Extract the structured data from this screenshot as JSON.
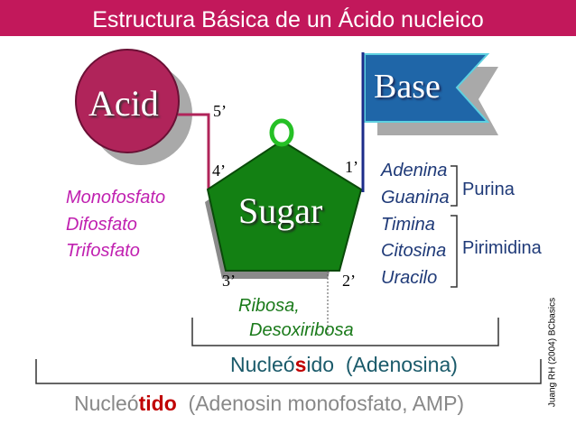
{
  "title": "Estructura Básica de un Ácido nucleico",
  "acid": {
    "label": "Acid",
    "types": [
      "Monofosfato",
      "Difosfato",
      "Trifosfato"
    ],
    "color": "#b0245a"
  },
  "sugar": {
    "label": "Sugar",
    "ring_oxygen": "O",
    "positions": {
      "p5": "5’",
      "p4": "4’",
      "p1": "1’",
      "p3": "3’",
      "p2": "2’"
    },
    "types": {
      "line1": "Ribosa,",
      "line2": "Desoxiribosa"
    },
    "color": "#138013"
  },
  "base": {
    "label": "Base",
    "color": "#1f66a8",
    "purines": {
      "items": [
        "Adenina",
        "Guanina"
      ],
      "group": "Purina"
    },
    "pyrimidines": {
      "items": [
        "Timina",
        "Citosina",
        "Uracilo"
      ],
      "group": "Pirimidina"
    }
  },
  "nucleoside": {
    "prefix": "Nucleó",
    "highlight": "s",
    "suffix": "ido",
    "example": "(Adenosina)"
  },
  "nucleotide": {
    "prefix": "Nucleó",
    "highlight": "tido",
    "example": "(Adenosin monofosfato, AMP)"
  },
  "credit": "Juang RH (2004) BCbasics"
}
